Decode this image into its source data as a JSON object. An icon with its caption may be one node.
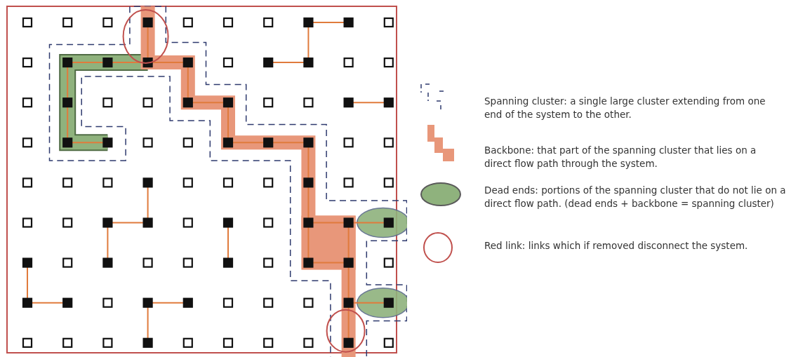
{
  "diagram": {
    "legend": [
      {
        "text": "Spanning cluster: a single large cluster extending from one end of the system to the other."
      },
      {
        "text": "Backbone: that part of the spanning cluster that lies on a direct flow path through the system."
      },
      {
        "text": "Dead ends: portions of the spanning cluster that do not lie on a direct flow path. (dead ends + backbone = spanning cluster)"
      },
      {
        "text": "Red link: links which if removed disconnect the system."
      }
    ]
  }
}
